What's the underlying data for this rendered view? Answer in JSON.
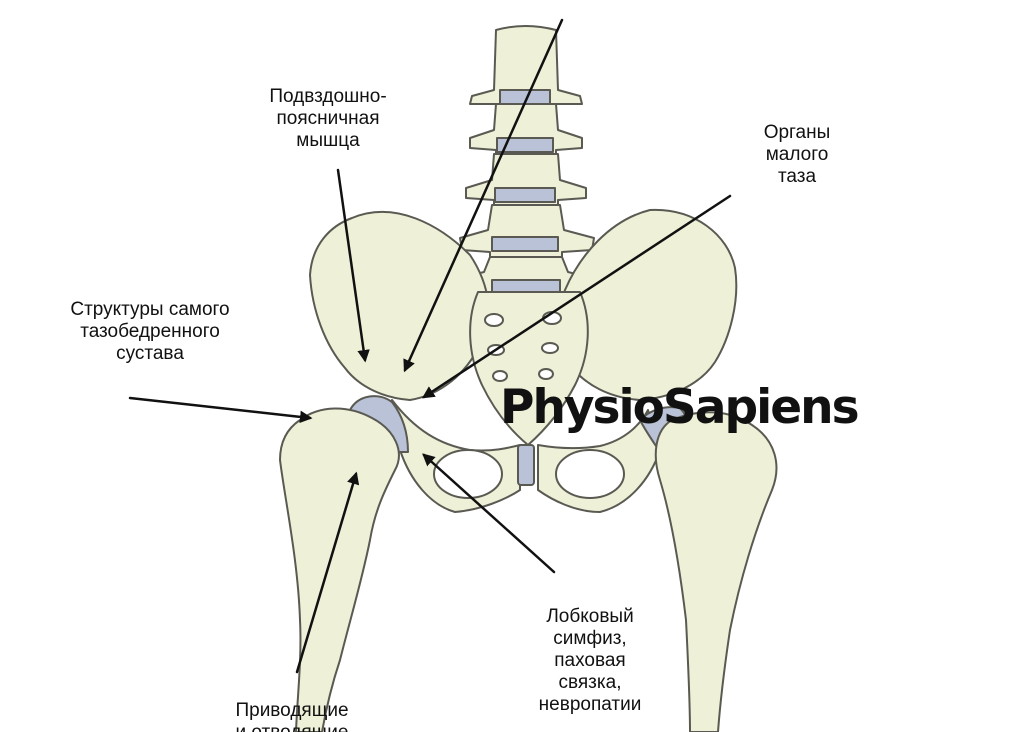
{
  "watermark": "PhysioSapiens",
  "colors": {
    "bone_fill": "#eef0d8",
    "bone_stroke": "#5a5a52",
    "cartilage": "#b9c2d6",
    "text": "#111111",
    "arrow": "#111111"
  },
  "labels": {
    "iliopsoas": [
      "Подвздошно-",
      "поясничная",
      "мышца"
    ],
    "pelvic_organs": [
      "Органы",
      "малого",
      "таза"
    ],
    "hip_joint": [
      "Структуры самого",
      "тазобедренного",
      "сустава"
    ],
    "pubic": [
      "Лобковый",
      "симфиз,",
      "паховая",
      "связка,",
      "невропатии"
    ],
    "adductors": [
      "Приводящие",
      "и отводящие"
    ]
  }
}
